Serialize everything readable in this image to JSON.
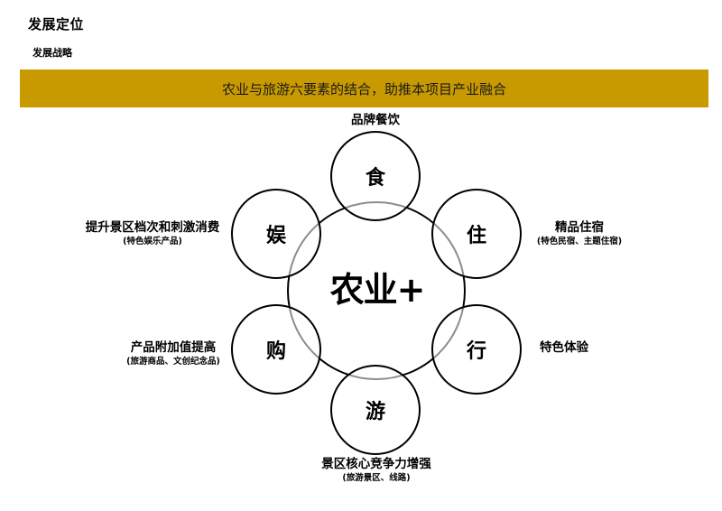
{
  "header": {
    "title": "发展定位",
    "subtitle": "发展战略"
  },
  "banner": {
    "text": "农业与旅游六要素的结合，助推本项目产业融合",
    "color": "#C99A00"
  },
  "diagram": {
    "center": {
      "label": "农业+"
    },
    "nodes": [
      {
        "id": "food",
        "char": "食",
        "title": "品牌餐饮",
        "subtitle": ""
      },
      {
        "id": "stay",
        "char": "住",
        "title": "精品住宿",
        "subtitle": "(特色民宿、主题住宿)"
      },
      {
        "id": "travel",
        "char": "行",
        "title": "特色体验",
        "subtitle": ""
      },
      {
        "id": "tour",
        "char": "游",
        "title": "景区核心竞争力增强",
        "subtitle": "(旅游景区、线路)"
      },
      {
        "id": "shop",
        "char": "购",
        "title": "产品附加值提高",
        "subtitle": "(旅游商品、文创纪念品)"
      },
      {
        "id": "fun",
        "char": "娱",
        "title": "提升景区档次和刺激消费",
        "subtitle": "(特色娱乐产品)"
      }
    ]
  }
}
